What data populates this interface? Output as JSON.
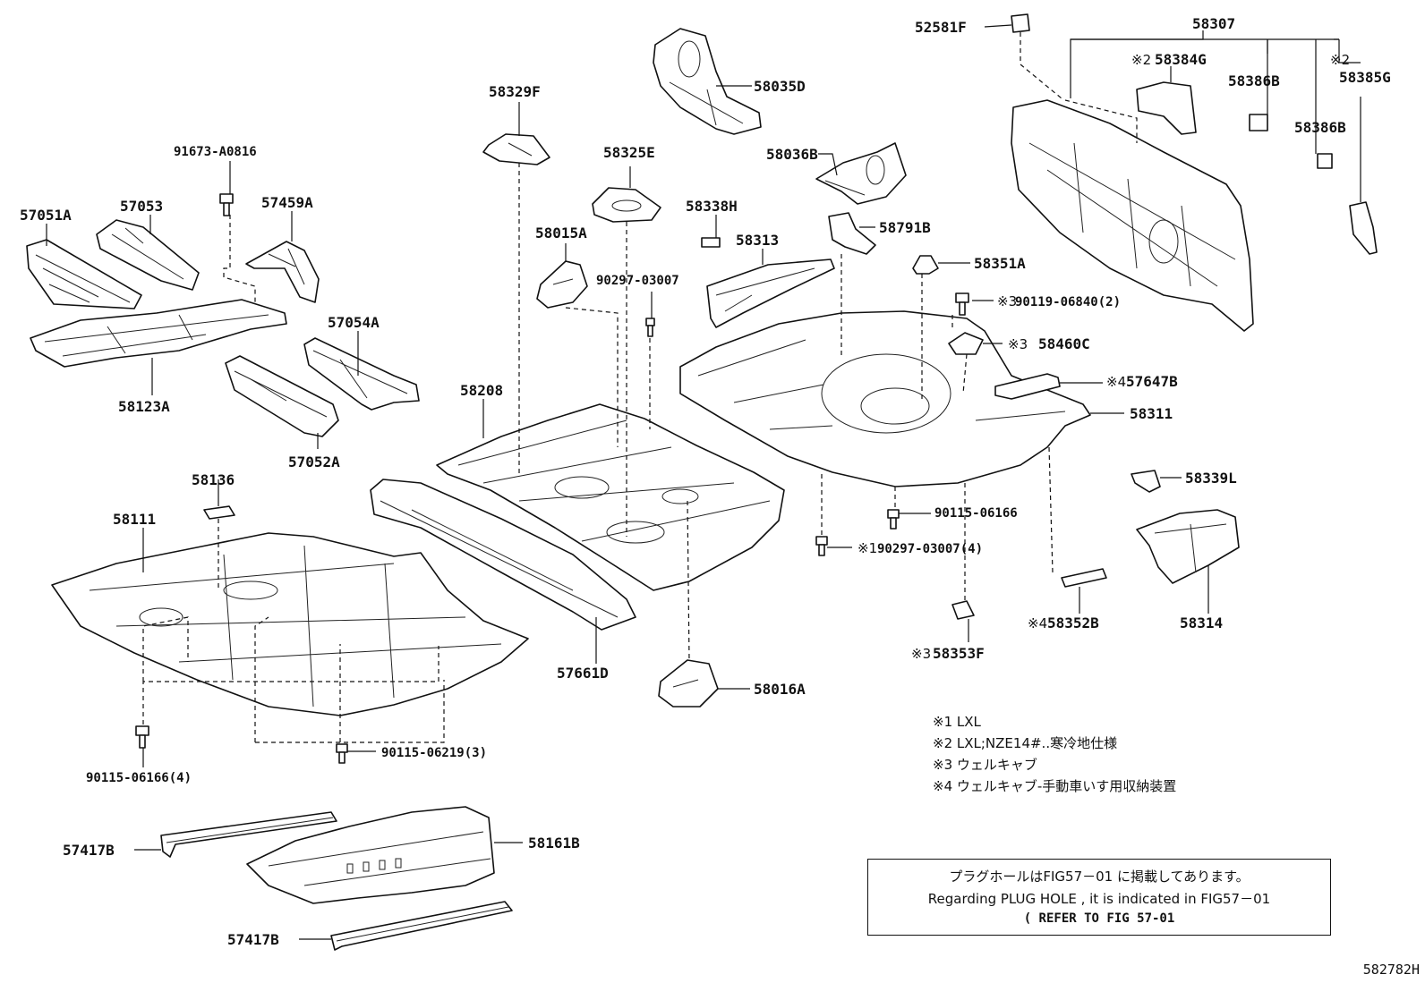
{
  "parts": [
    {
      "id": "p57051A",
      "label": "57051A"
    },
    {
      "id": "p57053",
      "label": "57053"
    },
    {
      "id": "p91673",
      "label": "91673-A0816"
    },
    {
      "id": "p57459A",
      "label": "57459A"
    },
    {
      "id": "p58123A",
      "label": "58123A"
    },
    {
      "id": "p57054A",
      "label": "57054A"
    },
    {
      "id": "p57052A",
      "label": "57052A"
    },
    {
      "id": "p58329F",
      "label": "58329F"
    },
    {
      "id": "p58035D",
      "label": "58035D"
    },
    {
      "id": "p58325E",
      "label": "58325E"
    },
    {
      "id": "p58015A",
      "label": "58015A"
    },
    {
      "id": "p90297a",
      "label": "90297-03007"
    },
    {
      "id": "p58338H",
      "label": "58338H"
    },
    {
      "id": "p58313",
      "label": "58313"
    },
    {
      "id": "p58036B",
      "label": "58036B"
    },
    {
      "id": "p58791B",
      "label": "58791B"
    },
    {
      "id": "p58351A",
      "label": "58351A"
    },
    {
      "id": "p52581F",
      "label": "52581F"
    },
    {
      "id": "p58307",
      "label": "58307"
    },
    {
      "id": "p58384G",
      "label": "58384G"
    },
    {
      "id": "p58386B1",
      "label": "58386B"
    },
    {
      "id": "p58385G",
      "label": "58385G"
    },
    {
      "id": "p58386B2",
      "label": "58386B"
    },
    {
      "id": "p90119",
      "label": "90119-06840(2)"
    },
    {
      "id": "p58460C",
      "label": "58460C"
    },
    {
      "id": "p57647B",
      "label": "57647B"
    },
    {
      "id": "p58311",
      "label": "58311"
    },
    {
      "id": "p58208",
      "label": "58208"
    },
    {
      "id": "p58136",
      "label": "58136"
    },
    {
      "id": "p58111",
      "label": "58111"
    },
    {
      "id": "p58339L",
      "label": "58339L"
    },
    {
      "id": "p90115b",
      "label": "90115-06166"
    },
    {
      "id": "p90297b",
      "label": "90297-03007(4)"
    },
    {
      "id": "p58352B",
      "label": "58352B"
    },
    {
      "id": "p58314",
      "label": "58314"
    },
    {
      "id": "p58353F",
      "label": "58353F"
    },
    {
      "id": "p57661D",
      "label": "57661D"
    },
    {
      "id": "p58016A",
      "label": "58016A"
    },
    {
      "id": "p90115a",
      "label": "90115-06166(4)"
    },
    {
      "id": "p90115c",
      "label": "90115-06219(3)"
    },
    {
      "id": "p57417B1",
      "label": "57417B"
    },
    {
      "id": "p58161B",
      "label": "58161B"
    },
    {
      "id": "p57417B2",
      "label": "57417B"
    }
  ],
  "markers": {
    "m1": "※1",
    "m2": "※2",
    "m3": "※3",
    "m4": "※4"
  },
  "notes": [
    "※1 LXL",
    "※2 LXL;NZE14#..寒冷地仕様",
    "※3 ウェルキャブ",
    "※4 ウェルキャブ-手動車いす用収納装置"
  ],
  "notice": {
    "jp": "プラグホールはFIG57－01 に掲載してあります。",
    "en": "Regarding PLUG HOLE , it is indicated in FIG57－01",
    "ref": "( REFER TO FIG 57-01"
  },
  "figure_code": "582782H"
}
